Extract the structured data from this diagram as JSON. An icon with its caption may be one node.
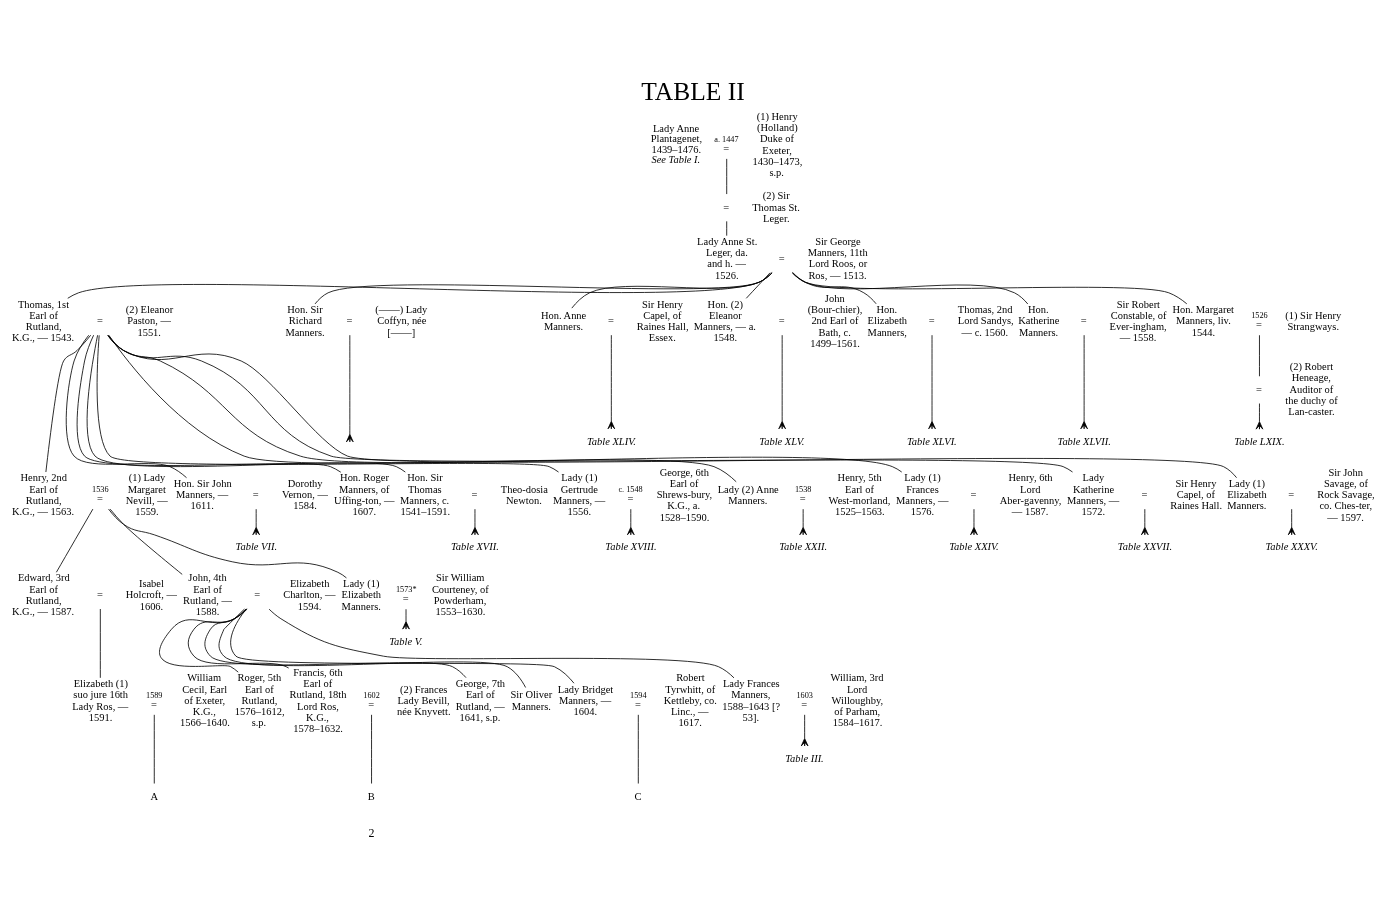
{
  "diagram": {
    "title": "TABLE II",
    "nodes": [
      {
        "text": [
          "Lady Anne Plantagenet, 1439–1476.",
          "See Table I."
        ]
      },
      {
        "text": [
          "="
        ],
        "beside": [
          "a. 1447"
        ]
      },
      {
        "text": [
          "(1) Henry (Holland) Duke of Exeter, 1430–1473, s.p."
        ]
      },
      {
        "text": [
          "="
        ]
      },
      {
        "text": [
          "(2) Sir Thomas St. Leger."
        ]
      },
      {
        "text": [
          "Lady Anne St. Leger, da. and h. — 1526."
        ]
      },
      {
        "text": [
          "="
        ]
      },
      {
        "text": [
          "Sir George Manners, 11th Lord Roos, or Ros, — 1513."
        ]
      },
      {
        "text": [
          "Thomas, 1st Earl of Rutland, K.G., — 1543."
        ]
      },
      {
        "text": [
          "="
        ]
      },
      {
        "text": [
          "(2) Eleanor Paston, — 1551."
        ]
      },
      {
        "text": [
          "Hon. Sir Richard Manners."
        ]
      },
      {
        "text": [
          "="
        ]
      },
      {
        "text": [
          "(——) Lady Coffyn, née [——]"
        ]
      },
      {
        "text": [
          "Hon. Anne Manners."
        ]
      },
      {
        "text": [
          "="
        ]
      },
      {
        "text": [
          "Sir Henry Capel, of Raines Hall, Essex."
        ]
      },
      {
        "text": [
          "Hon. (2) Eleanor Manners, — a. 1548."
        ]
      },
      {
        "text": [
          "="
        ]
      },
      {
        "text": [
          "John (Bour-chier), 2nd Earl of Bath, c. 1499–1561."
        ]
      },
      {
        "text": [
          "Hon. Elizabeth Manners,"
        ]
      },
      {
        "text": [
          "="
        ]
      },
      {
        "text": [
          "Thomas, 2nd Lord Sandys, — c. 1560."
        ]
      },
      {
        "text": [
          "Hon. Katherine Manners."
        ]
      },
      {
        "text": [
          "="
        ]
      },
      {
        "text": [
          "Sir Robert Constable, of Ever-ingham, — 1558."
        ]
      },
      {
        "text": [
          "Hon. Margaret Manners, liv. 1544."
        ]
      },
      {
        "text": [
          "="
        ],
        "beside": [
          "1526"
        ]
      },
      {
        "text": [
          "(1) Sir Henry Strangways."
        ]
      },
      {
        "text": [
          "="
        ]
      },
      {
        "text": [
          "(2) Robert Heneage, Auditor of the duchy of Lan-caster."
        ]
      },
      {
        "text": [
          "Table XLIV."
        ]
      },
      {
        "text": [
          "Table XLV."
        ]
      },
      {
        "text": [
          "Table XLVI."
        ]
      },
      {
        "text": [
          "Table XLVII."
        ]
      },
      {
        "text": [
          "Table LXIX."
        ]
      },
      {
        "text": [
          "Henry, 2nd Earl of Rutland, K.G., — 1563."
        ]
      },
      {
        "text": [
          "="
        ],
        "beside": [
          "1536"
        ]
      },
      {
        "text": [
          "(1) Lady Margaret Nevill, — 1559."
        ]
      },
      {
        "text": [
          "Hon. Sir John Manners, — 1611."
        ]
      },
      {
        "text": [
          "="
        ]
      },
      {
        "text": [
          "Dorothy Vernon, — 1584."
        ]
      },
      {
        "text": [
          "Hon. Roger Manners, of Uffing-ton, — 1607."
        ]
      },
      {
        "text": [
          "Hon. Sir Thomas Manners, c. 1541–1591."
        ]
      },
      {
        "text": [
          "="
        ]
      },
      {
        "text": [
          "Theo-dosia Newton."
        ]
      },
      {
        "text": [
          "Lady (1) Gertrude Manners, — 1556."
        ]
      },
      {
        "text": [
          "="
        ],
        "beside": [
          "c. 1548"
        ]
      },
      {
        "text": [
          "George, 6th Earl of Shrews-bury, K.G., a. 1528–1590."
        ]
      },
      {
        "text": [
          "Lady (2) Anne Manners."
        ]
      },
      {
        "text": [
          "="
        ],
        "beside": [
          "1538"
        ]
      },
      {
        "text": [
          "Henry, 5th Earl of West-morland, 1525–1563."
        ]
      },
      {
        "text": [
          "Lady (1) Frances Manners, — 1576."
        ]
      },
      {
        "text": [
          "="
        ]
      },
      {
        "text": [
          "Henry, 6th Lord Aber-gavenny, — 1587."
        ]
      },
      {
        "text": [
          "Lady Katherine Manners, — 1572."
        ]
      },
      {
        "text": [
          "="
        ]
      },
      {
        "text": [
          "Sir Henry Capel, of Raines Hall."
        ]
      },
      {
        "text": [
          "Lady (1) Elizabeth Manners."
        ]
      },
      {
        "text": [
          "="
        ]
      },
      {
        "text": [
          "Sir John Savage, of Rock Savage, co. Ches-ter, — 1597."
        ]
      },
      {
        "text": [
          "Table VII."
        ]
      },
      {
        "text": [
          "Table XVII."
        ]
      },
      {
        "text": [
          "Table XVIII."
        ]
      },
      {
        "text": [
          "Table XXII."
        ]
      },
      {
        "text": [
          "Table XXIV."
        ]
      },
      {
        "text": [
          "Table XXVII."
        ]
      },
      {
        "text": [
          "Table XXXV."
        ]
      },
      {
        "text": [
          "Edward, 3rd Earl of Rutland, K.G., — 1587."
        ]
      },
      {
        "text": [
          "="
        ]
      },
      {
        "text": [
          "Isabel Holcroft, — 1606."
        ]
      },
      {
        "text": [
          "John, 4th Earl of Rutland, — 1588."
        ]
      },
      {
        "text": [
          "="
        ]
      },
      {
        "text": [
          "Elizabeth Charlton, — 1594."
        ]
      },
      {
        "text": [
          "Lady (1) Elizabeth Manners."
        ]
      },
      {
        "text": [
          "="
        ],
        "beside": [
          "1573*"
        ]
      },
      {
        "text": [
          "Sir William Courteney, of Powderham, 1553–1630."
        ]
      },
      {
        "text": [
          "Table V."
        ]
      },
      {
        "text": [
          "Elizabeth (1) suo jure 16th Lady Ros, — 1591."
        ]
      },
      {
        "text": [
          "="
        ],
        "beside": [
          "1589"
        ]
      },
      {
        "text": [
          "William Cecil, Earl of Exeter, K.G., 1566–1640."
        ]
      },
      {
        "text": [
          "Roger, 5th Earl of Rutland, 1576–1612, s.p."
        ]
      },
      {
        "text": [
          "Francis, 6th Earl of Rutland, 18th Lord Ros, K.G., 1578–1632."
        ]
      },
      {
        "text": [
          "="
        ],
        "beside": [
          "1602"
        ]
      },
      {
        "text": [
          "(2) Frances Lady Bevill, née Knyvett."
        ]
      },
      {
        "text": [
          "George, 7th Earl of Rutland, — 1641, s.p."
        ]
      },
      {
        "text": [
          "Sir Oliver Manners."
        ]
      },
      {
        "text": [
          "Lady Bridget Manners, — 1604."
        ]
      },
      {
        "text": [
          "="
        ],
        "beside": [
          "1594"
        ]
      },
      {
        "text": [
          "Robert Tyrwhitt, of Kettleby, co. Linc., — 1617."
        ]
      },
      {
        "text": [
          "Lady Frances Manners, 1588–1643 [? 53]."
        ]
      },
      {
        "text": [
          "="
        ],
        "beside": [
          "1603"
        ]
      },
      {
        "text": [
          "William, 3rd Lord Willoughby, of Parham, 1584–1617."
        ]
      },
      {
        "text": [
          "Table III."
        ]
      },
      {
        "text": [
          "A"
        ]
      },
      {
        "text": [
          "B"
        ]
      },
      {
        "text": [
          "C"
        ]
      }
    ],
    "edges": [
      {
        "from": 1,
        "to": 3,
        "arrow": "none"
      },
      {
        "from": 3,
        "to": 5,
        "arrow": "none"
      },
      {
        "from": 6,
        "to": 8,
        "arrow": "none"
      },
      {
        "from": 6,
        "to": 11,
        "arrow": "none"
      },
      {
        "from": 6,
        "to": 14,
        "arrow": "none"
      },
      {
        "from": 6,
        "to": 17,
        "arrow": "none"
      },
      {
        "from": 6,
        "to": 20,
        "arrow": "none"
      },
      {
        "from": 6,
        "to": 23,
        "arrow": "none"
      },
      {
        "from": 6,
        "to": 26,
        "arrow": "none"
      },
      {
        "from": 9,
        "to": 36,
        "arrow": "none"
      },
      {
        "from": 9,
        "to": 39,
        "arrow": "none"
      },
      {
        "from": 9,
        "to": 42,
        "arrow": "none"
      },
      {
        "from": 9,
        "to": 43,
        "arrow": "none"
      },
      {
        "from": 9,
        "to": 46,
        "arrow": "none"
      },
      {
        "from": 9,
        "to": 49,
        "arrow": "none"
      },
      {
        "from": 9,
        "to": 52,
        "arrow": "none"
      },
      {
        "from": 9,
        "to": 55,
        "arrow": "none"
      },
      {
        "from": 9,
        "to": 58,
        "arrow": "none"
      },
      {
        "from": 12,
        "to": null,
        "arrow": "other"
      },
      {
        "from": 15,
        "to": 31,
        "arrow": "other"
      },
      {
        "from": 18,
        "to": 32,
        "arrow": "other"
      },
      {
        "from": 21,
        "to": 33,
        "arrow": "other"
      },
      {
        "from": 24,
        "to": 34,
        "arrow": "other"
      },
      {
        "from": 27,
        "to": 29,
        "arrow": "none"
      },
      {
        "from": 29,
        "to": 35,
        "arrow": "other"
      },
      {
        "from": 37,
        "to": 68,
        "arrow": "none"
      },
      {
        "from": 37,
        "to": 71,
        "arrow": "none"
      },
      {
        "from": 37,
        "to": 74,
        "arrow": "none"
      },
      {
        "from": 40,
        "to": 61,
        "arrow": "other"
      },
      {
        "from": 44,
        "to": 62,
        "arrow": "other"
      },
      {
        "from": 47,
        "to": 63,
        "arrow": "other"
      },
      {
        "from": 50,
        "to": 64,
        "arrow": "other"
      },
      {
        "from": 53,
        "to": 65,
        "arrow": "other"
      },
      {
        "from": 56,
        "to": 66,
        "arrow": "other"
      },
      {
        "from": 59,
        "to": 67,
        "arrow": "other"
      },
      {
        "from": 69,
        "to": 78,
        "arrow": "none"
      },
      {
        "from": 72,
        "to": 81,
        "arrow": "none"
      },
      {
        "from": 72,
        "to": 82,
        "arrow": "none"
      },
      {
        "from": 72,
        "to": 85,
        "arrow": "none"
      },
      {
        "from": 72,
        "to": 86,
        "arrow": "none"
      },
      {
        "from": 72,
        "to": 87,
        "arrow": "none"
      },
      {
        "from": 72,
        "to": 90,
        "arrow": "none"
      },
      {
        "from": 75,
        "to": 77,
        "arrow": "other"
      },
      {
        "from": 79,
        "to": 94,
        "arrow": "none"
      },
      {
        "from": 83,
        "to": 95,
        "arrow": "none"
      },
      {
        "from": 88,
        "to": 96,
        "arrow": "none"
      },
      {
        "from": 91,
        "to": 93,
        "arrow": "other"
      }
    ],
    "labels": [
      "2"
    ]
  }
}
